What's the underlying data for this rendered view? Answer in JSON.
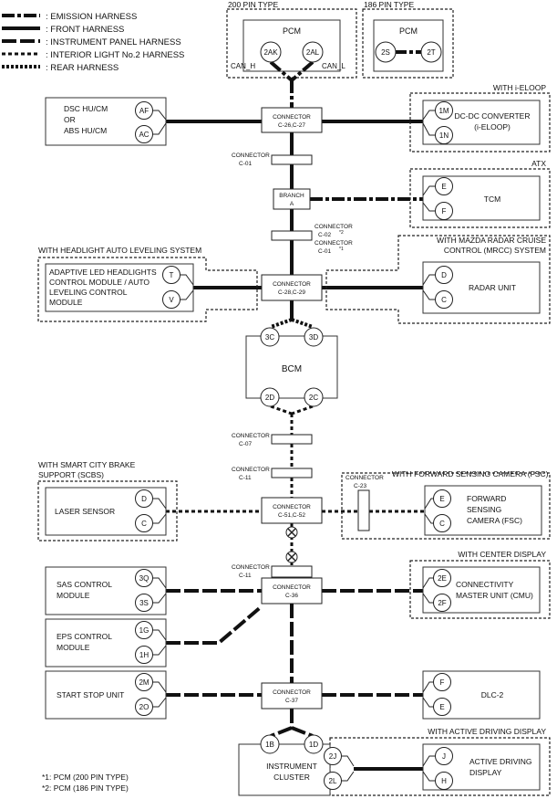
{
  "legend": [
    {
      "type": "emis",
      "label": ": EMISSION HARNESS"
    },
    {
      "type": "front",
      "label": ": FRONT HARNESS"
    },
    {
      "type": "ip",
      "label": ": INSTRUMENT PANEL HARNESS"
    },
    {
      "type": "il2",
      "label": ": INTERIOR LIGHT No.2 HARNESS"
    },
    {
      "type": "rear",
      "label": ": REAR HARNESS"
    }
  ],
  "groups": {
    "pcm200": "200 PIN TYPE",
    "pcm186": "186 PIN TYPE",
    "eloop": "WITH i-ELOOP",
    "atx": "ATX",
    "headlight": "WITH HEADLIGHT AUTO LEVELING SYSTEM",
    "radar_1": "WITH MAZDA RADAR CRUISE",
    "radar_2": "CONTROL (MRCC) SYSTEM",
    "scbs_1": "WITH SMART CITY BRAKE",
    "scbs_2": "SUPPORT (SCBS)",
    "fsc": "WITH FORWARD SENSING CAMERA (FSC)",
    "center": "WITH CENTER DISPLAY",
    "active": "WITH ACTIVE DRIVING DISPLAY"
  },
  "modules": {
    "pcm200": "PCM",
    "pcm186": "PCM",
    "dsc_1": "DSC HU/CM",
    "dsc_2": "OR",
    "dsc_3": "ABS HU/CM",
    "dcdc_1": "DC-DC CONVERTER",
    "dcdc_2": "(i-ELOOP)",
    "tcm": "TCM",
    "led_1": "ADAPTIVE LED HEADLIGHTS",
    "led_2": "CONTROL MODULE / AUTO",
    "led_3": "LEVELING CONTROL",
    "led_4": "MODULE",
    "radar": "RADAR UNIT",
    "bcm": "BCM",
    "laser": "LASER SENSOR",
    "fsc_1": "FORWARD",
    "fsc_2": "SENSING",
    "fsc_3": "CAMERA (FSC)",
    "sas_1": "SAS CONTROL",
    "sas_2": "MODULE",
    "cmu_1": "CONNECTIVITY",
    "cmu_2": "MASTER UNIT (CMU)",
    "eps_1": "EPS CONTROL",
    "eps_2": "MODULE",
    "start": "START STOP UNIT",
    "dlc": "DLC-2",
    "ic_1": "INSTRUMENT",
    "ic_2": "CLUSTER",
    "add_1": "ACTIVE DRIVING",
    "add_2": "DISPLAY"
  },
  "signals": {
    "can_h": "CAN_H",
    "can_l": "CAN_L"
  },
  "connectors": {
    "c26": "CONNECTOR",
    "c26b": "C-26,C-27",
    "c01": "CONNECTOR",
    "c01b": "C-01",
    "branch": "BRANCH",
    "branchb": "A",
    "c02a": "CONNECTOR",
    "c02b": "C-02",
    "c02c": "CONNECTOR",
    "c02d": "C-01",
    "c28": "CONNECTOR",
    "c28b": "C-28,C-29",
    "c07": "CONNECTOR",
    "c07b": "C-07",
    "c11a": "CONNECTOR",
    "c11ab": "C-11",
    "c51": "CONNECTOR",
    "c51b": "C-51,C-52",
    "c23": "CONNECTOR",
    "c23b": "C-23",
    "c11b": "CONNECTOR",
    "c11bb": "C-11",
    "c36": "CONNECTOR",
    "c36b": "C-36",
    "c37": "CONNECTOR",
    "c37b": "C-37"
  },
  "footnote_marks": {
    "m2": "*2",
    "m1": "*1"
  },
  "pins": {
    "pcm200_h": "2AK",
    "pcm200_l": "2AL",
    "pcm186_h": "2S",
    "pcm186_l": "2T",
    "dsc_h": "AF",
    "dsc_l": "AC",
    "dcdc_h": "1M",
    "dcdc_l": "1N",
    "tcm_h": "E",
    "tcm_l": "F",
    "led_h": "T",
    "led_l": "V",
    "radar_h": "D",
    "radar_l": "C",
    "bcm_a": "3C",
    "bcm_b": "3D",
    "bcm_c": "2D",
    "bcm_d": "2C",
    "laser_h": "D",
    "laser_l": "C",
    "fsc_h": "E",
    "fsc_l": "C",
    "sas_h": "3Q",
    "sas_l": "3S",
    "cmu_h": "2E",
    "cmu_l": "2F",
    "eps_h": "1G",
    "eps_l": "1H",
    "start_h": "2M",
    "start_l": "2O",
    "dlc_h": "F",
    "dlc_l": "E",
    "ic_a": "1B",
    "ic_b": "1D",
    "ic_c": "2J",
    "ic_d": "2L",
    "add_h": "J",
    "add_l": "H"
  },
  "footnotes": {
    "note1": "*1: PCM (200 PIN TYPE)",
    "note2": "*2: PCM (186 PIN TYPE)"
  }
}
